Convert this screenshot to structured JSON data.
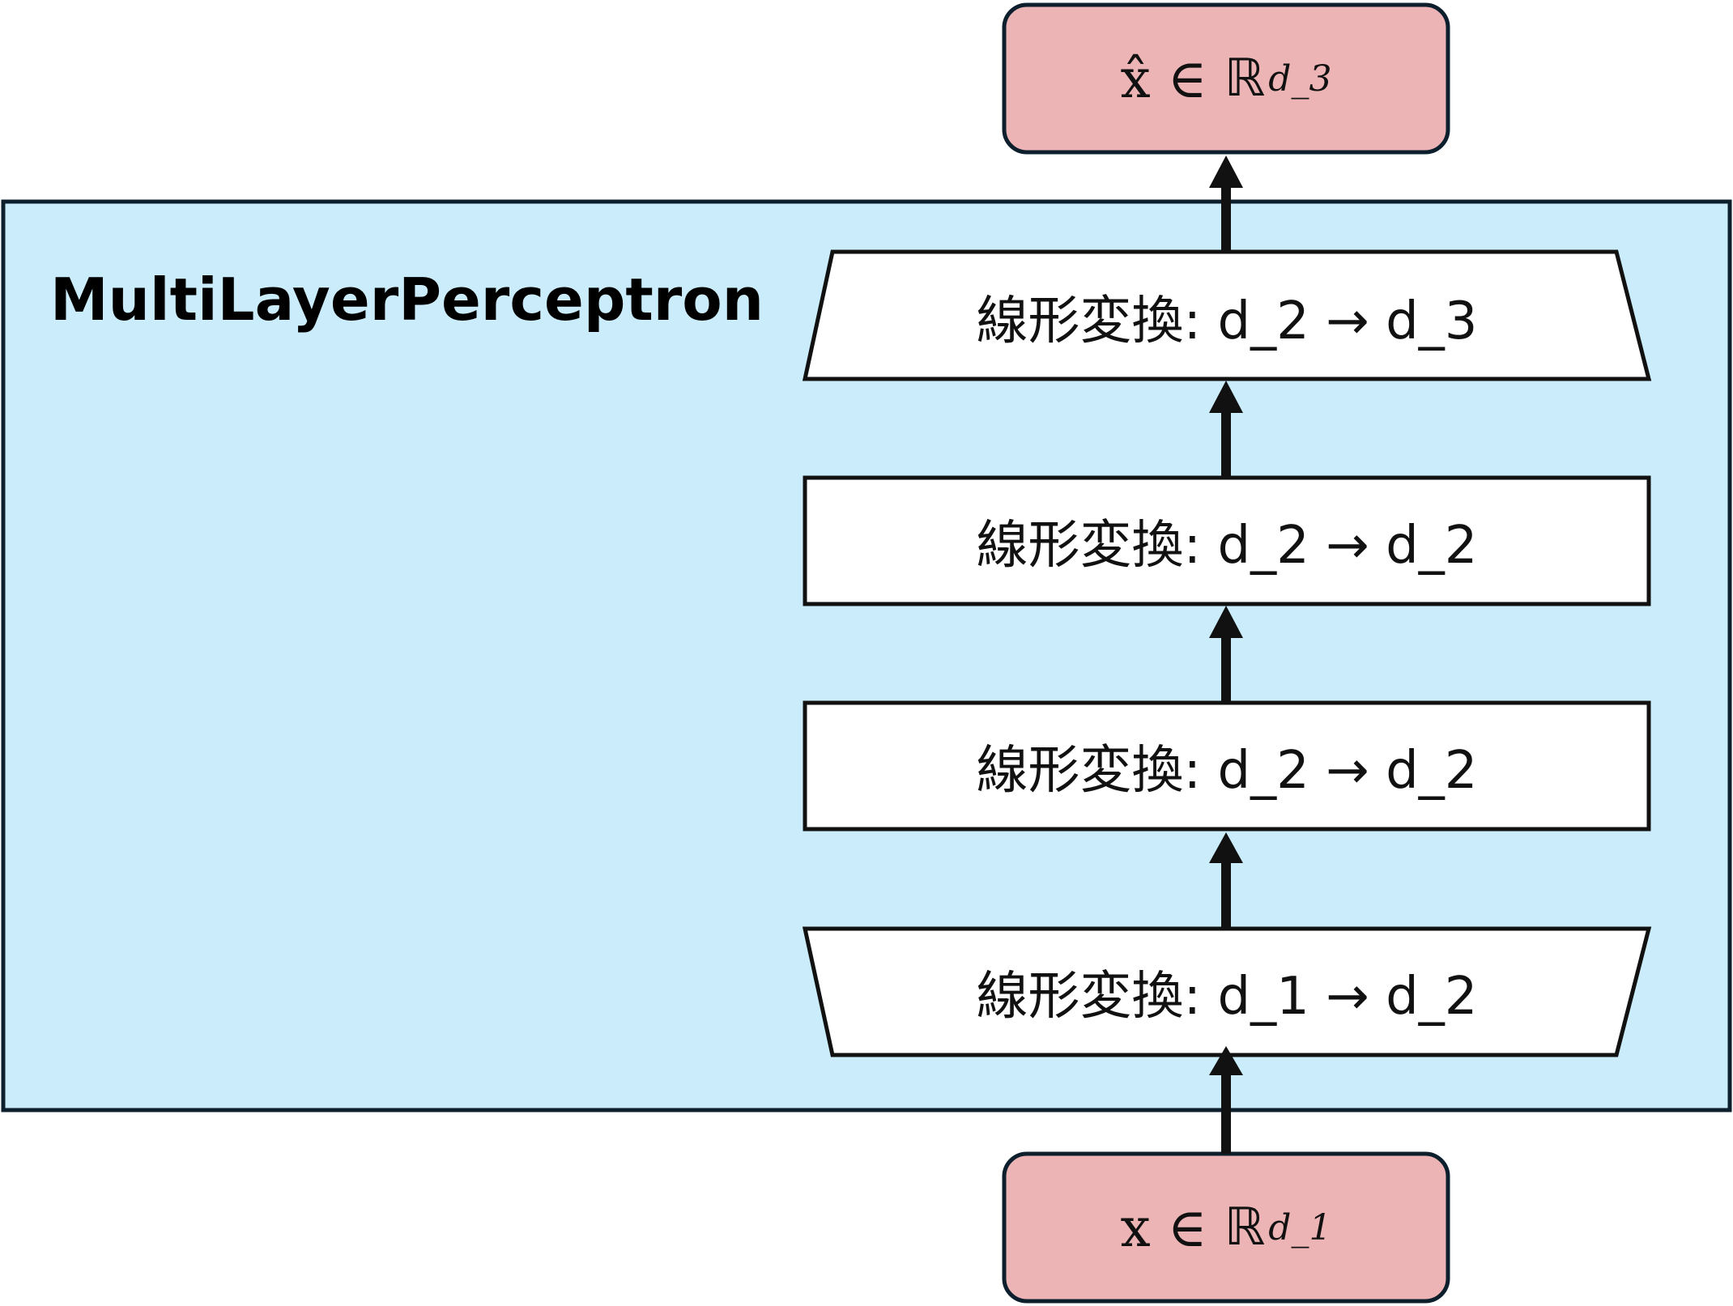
{
  "container": {
    "title": "MultiLayerPerceptron",
    "fill": "#cbedfb",
    "stroke": "#0d1f2d"
  },
  "output_node": {
    "symbol": "x̂",
    "relation": "∈",
    "space": "ℝ",
    "superscript": "d_3",
    "fill": "#ecb4b4"
  },
  "input_node": {
    "symbol": "x",
    "relation": "∈",
    "space": "ℝ",
    "superscript": "d_1",
    "fill": "#ecb4b4"
  },
  "layers": [
    {
      "label": "線形変換: d_2 → d_3",
      "shape": "trapezoid-wide-bottom"
    },
    {
      "label": "線形変換: d_2 → d_2",
      "shape": "rectangle"
    },
    {
      "label": "線形変換: d_2 → d_2",
      "shape": "rectangle"
    },
    {
      "label": "線形変換: d_1 → d_2",
      "shape": "trapezoid-wide-top"
    }
  ],
  "colors": {
    "layer_fill": "#ffffff",
    "line": "#111111"
  }
}
